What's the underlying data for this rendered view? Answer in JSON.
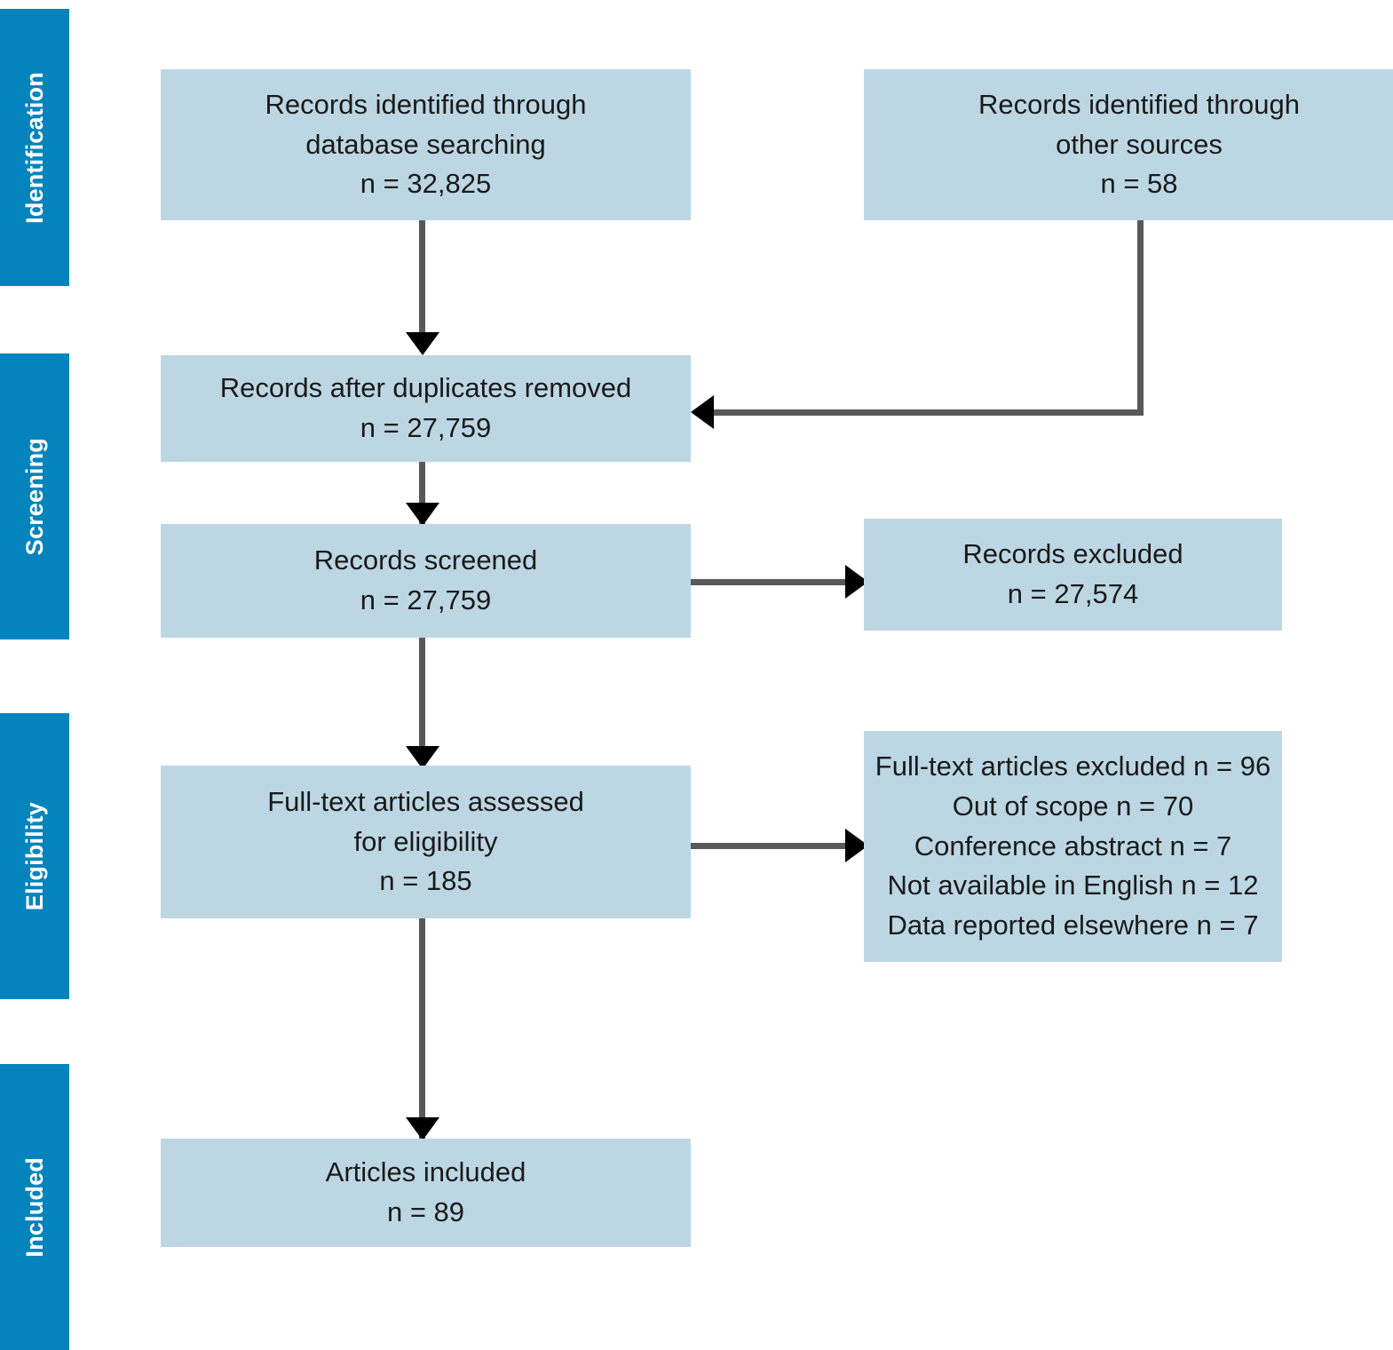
{
  "diagram": {
    "type": "prisma-flow-diagram",
    "colors": {
      "band_blue": "#0484bd",
      "box_fill": "#bcd7e3",
      "connector_gray": "#595959",
      "arrowhead_black": "#000000",
      "text_black": "#1a1a1a",
      "band_text_white": "#ffffff",
      "background": "#ffffff"
    }
  },
  "stages": [
    {
      "label": "Identification"
    },
    {
      "label": "Screening"
    },
    {
      "label": "Eligibility"
    },
    {
      "label": "Included"
    }
  ],
  "boxes": {
    "db_search": {
      "lines": [
        "Records identified through",
        "database searching",
        "n = 32,825"
      ]
    },
    "other_sources": {
      "lines": [
        "Records identified through",
        "other sources",
        "n = 58"
      ]
    },
    "duplicates_removed": {
      "lines": [
        "Records after duplicates removed",
        "n = 27,759"
      ]
    },
    "records_screened": {
      "lines": [
        "Records screened",
        "n = 27,759"
      ]
    },
    "records_excluded": {
      "lines": [
        "Records excluded",
        "n = 27,574"
      ]
    },
    "fulltext_assessed": {
      "lines": [
        "Full-text articles assessed",
        "for eligibility",
        "n = 185"
      ]
    },
    "fulltext_excluded": {
      "lines": [
        "Full-text articles excluded n = 96",
        "Out of scope n = 70",
        "Conference abstract n = 7",
        "Not available in English n = 12",
        "Data reported elsewhere n = 7"
      ]
    },
    "articles_included": {
      "lines": [
        "Articles included",
        "n = 89"
      ]
    }
  },
  "chart_data": {
    "type": "diagram",
    "title": "PRISMA flow diagram",
    "nodes": [
      {
        "id": "db_search",
        "stage": "Identification",
        "label": "Records identified through database searching",
        "n": 32825
      },
      {
        "id": "other_sources",
        "stage": "Identification",
        "label": "Records identified through other sources",
        "n": 58
      },
      {
        "id": "duplicates_removed",
        "stage": "Screening",
        "label": "Records after duplicates removed",
        "n": 27759
      },
      {
        "id": "records_screened",
        "stage": "Screening",
        "label": "Records screened",
        "n": 27759
      },
      {
        "id": "records_excluded",
        "stage": "Screening",
        "label": "Records excluded",
        "n": 27574
      },
      {
        "id": "fulltext_assessed",
        "stage": "Eligibility",
        "label": "Full-text articles assessed for eligibility",
        "n": 185
      },
      {
        "id": "fulltext_excluded",
        "stage": "Eligibility",
        "label": "Full-text articles excluded",
        "n": 96,
        "reasons": [
          {
            "label": "Out of scope",
            "n": 70
          },
          {
            "label": "Conference abstract",
            "n": 7
          },
          {
            "label": "Not available in English",
            "n": 12
          },
          {
            "label": "Data reported elsewhere",
            "n": 7
          }
        ]
      },
      {
        "id": "articles_included",
        "stage": "Included",
        "label": "Articles included",
        "n": 89
      }
    ],
    "edges": [
      {
        "from": "db_search",
        "to": "duplicates_removed",
        "direction": "down"
      },
      {
        "from": "other_sources",
        "to": "duplicates_removed",
        "direction": "elbow-left"
      },
      {
        "from": "duplicates_removed",
        "to": "records_screened",
        "direction": "down"
      },
      {
        "from": "records_screened",
        "to": "records_excluded",
        "direction": "right"
      },
      {
        "from": "records_screened",
        "to": "fulltext_assessed",
        "direction": "down"
      },
      {
        "from": "fulltext_assessed",
        "to": "fulltext_excluded",
        "direction": "right"
      },
      {
        "from": "fulltext_assessed",
        "to": "articles_included",
        "direction": "down"
      }
    ]
  }
}
